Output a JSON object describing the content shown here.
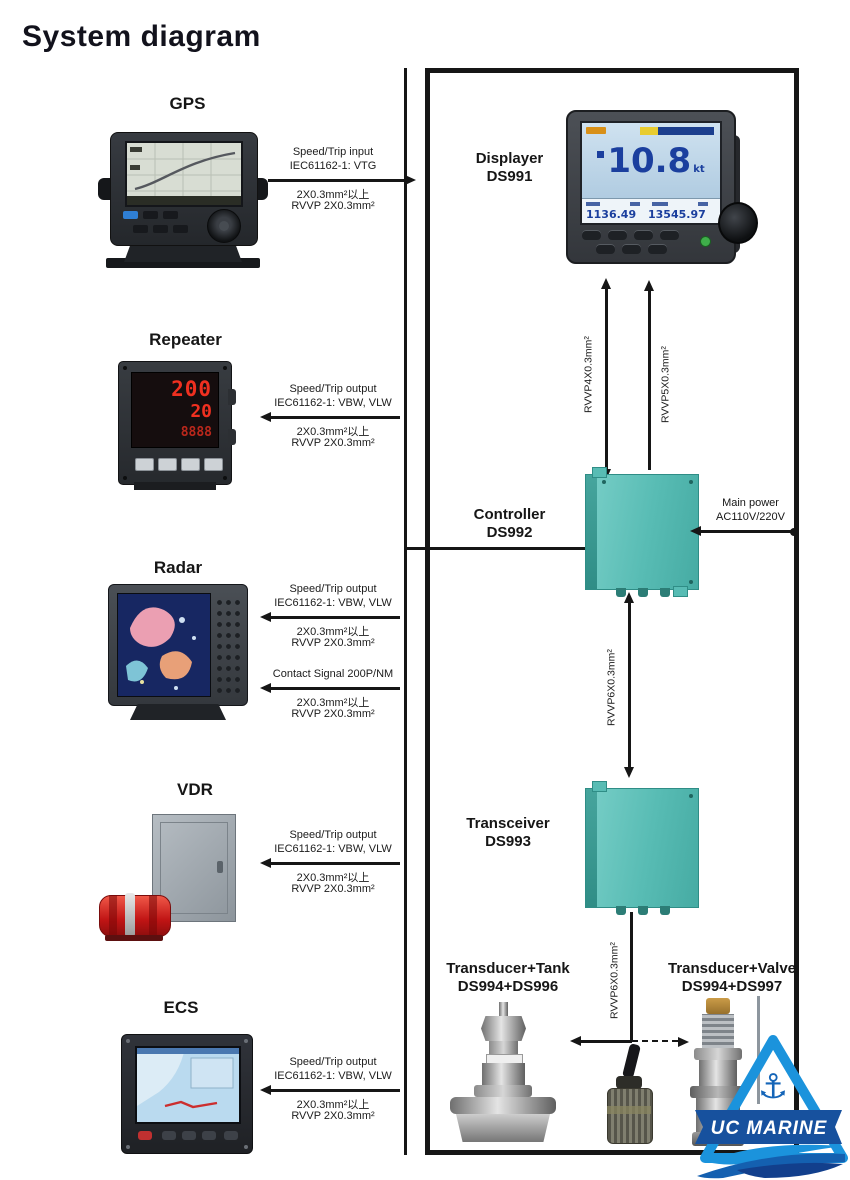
{
  "title": "System diagram",
  "devices": {
    "gps": {
      "label": "GPS"
    },
    "repeater": {
      "label": "Repeater"
    },
    "radar": {
      "label": "Radar"
    },
    "vdr": {
      "label": "VDR"
    },
    "ecs": {
      "label": "ECS"
    },
    "displayer": {
      "line1": "Displayer",
      "line2": "DS991"
    },
    "controller": {
      "line1": "Controller",
      "line2": "DS992"
    },
    "transceiver": {
      "line1": "Transceiver",
      "line2": "DS993"
    },
    "transducer_tank": {
      "line1": "Transducer+Tank",
      "line2": "DS994+DS996"
    },
    "transducer_valve": {
      "line1": "Transducer+Valve",
      "line2": "DS994+DS997"
    }
  },
  "connections": {
    "gps": {
      "line1": "Speed/Trip input",
      "line2": "IEC61162-1: VTG",
      "spec1": "2X0.3mm²以上",
      "spec2": "RVVP 2X0.3mm²"
    },
    "repeater": {
      "line1": "Speed/Trip output",
      "line2": "IEC61162-1: VBW, VLW",
      "spec1": "2X0.3mm²以上",
      "spec2": "RVVP 2X0.3mm²"
    },
    "radar_speed": {
      "line1": "Speed/Trip output",
      "line2": "IEC61162-1: VBW, VLW",
      "spec1": "2X0.3mm²以上",
      "spec2": "RVVP 2X0.3mm²"
    },
    "radar_contact": {
      "line1": "Contact Signal 200P/NM",
      "spec1": "2X0.3mm²以上",
      "spec2": "RVVP 2X0.3mm²"
    },
    "vdr": {
      "line1": "Speed/Trip output",
      "line2": "IEC61162-1: VBW, VLW",
      "spec1": "2X0.3mm²以上",
      "spec2": "RVVP 2X0.3mm²"
    },
    "ecs": {
      "line1": "Speed/Trip output",
      "line2": "IEC61162-1: VBW, VLW",
      "spec1": "2X0.3mm²以上",
      "spec2": "RVVP 2X0.3mm²"
    }
  },
  "cables": {
    "rvvp4": "RVVP4X0.3mm²",
    "rvvp5": "RVVP5X0.3mm²",
    "rvvp6": "RVVP6X0.3mm²",
    "rvvp6_lower": "RVVP6X0.3mm²"
  },
  "main_power": {
    "line1": "Main power",
    "line2": "AC110V/220V"
  },
  "displayer_screen": {
    "speed": "10.8",
    "unit": "kt",
    "trip": "1136.49",
    "total": "13545.97"
  },
  "repeater_screen": {
    "row1": "200",
    "row2": "20",
    "row3": "8888"
  },
  "logo": {
    "text": "UC MARINE"
  },
  "colors": {
    "teal": "#52b8b0",
    "line": "#161616",
    "led_red": "#f03020",
    "lcd_blue": "#1b3f9e",
    "logo_blue": "#1b93dc",
    "logo_navy": "#17519e"
  }
}
